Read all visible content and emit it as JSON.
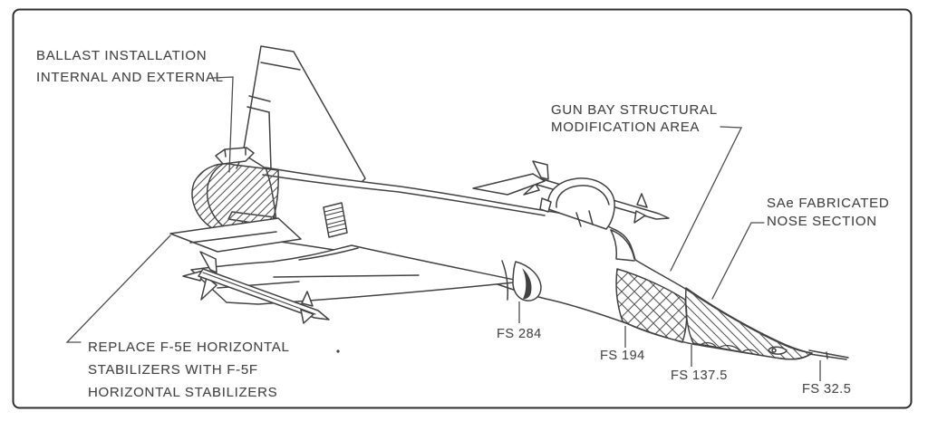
{
  "diagram": {
    "labels": {
      "ballast": {
        "line1": "BALLAST INSTALLATION",
        "line2": "INTERNAL AND EXTERNAL"
      },
      "gun_bay": {
        "line1": "GUN BAY STRUCTURAL",
        "line2": "MODIFICATION AREA"
      },
      "nose": {
        "line1": "SAe FABRICATED",
        "line2": "NOSE SECTION"
      },
      "stabilizers": {
        "line1": "REPLACE F-5E HORIZONTAL",
        "line2": "STABILIZERS WITH F-5F",
        "line3": "HORIZONTAL STABILIZERS"
      },
      "fs_284": "FS 284",
      "fs_194": "FS 194",
      "fs_137_5": "FS 137.5",
      "fs_32_5": "FS 32.5"
    },
    "colors": {
      "line_art": "#424242",
      "hatch": "#585858",
      "label_text": "#484848",
      "background": "#ffffff",
      "frame_border": "#2e2e2e"
    }
  }
}
